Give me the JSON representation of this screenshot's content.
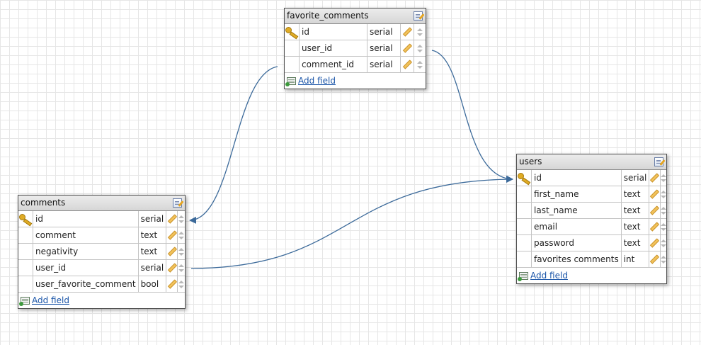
{
  "add_field_label": "Add field",
  "colors": {
    "link": "#3c6a9a",
    "key": "#e0ac25",
    "header": "#dcdcdc"
  },
  "tables": [
    {
      "name": "favorite_comments",
      "columns": [
        {
          "name": "id",
          "type": "serial",
          "primary": true
        },
        {
          "name": "user_id",
          "type": "serial",
          "primary": false
        },
        {
          "name": "comment_id",
          "type": "serial",
          "primary": false
        }
      ]
    },
    {
      "name": "comments",
      "columns": [
        {
          "name": "id",
          "type": "serial",
          "primary": true
        },
        {
          "name": "comment",
          "type": "text",
          "primary": false
        },
        {
          "name": "negativity",
          "type": "text",
          "primary": false
        },
        {
          "name": "user_id",
          "type": "serial",
          "primary": false
        },
        {
          "name": "user_favorite_comment",
          "type": "bool",
          "primary": false
        }
      ]
    },
    {
      "name": "users",
      "columns": [
        {
          "name": "id",
          "type": "serial",
          "primary": true
        },
        {
          "name": "first_name",
          "type": "text",
          "primary": false
        },
        {
          "name": "last_name",
          "type": "text",
          "primary": false
        },
        {
          "name": "email",
          "type": "text",
          "primary": false
        },
        {
          "name": "password",
          "type": "text",
          "primary": false
        },
        {
          "name": "favorites comments",
          "type": "int",
          "primary": false
        }
      ]
    }
  ],
  "relations": [
    {
      "from_table": "favorite_comments",
      "from_column": "comment_id",
      "to_table": "comments",
      "to_column": "id"
    },
    {
      "from_table": "favorite_comments",
      "from_column": "user_id",
      "to_table": "users",
      "to_column": "id"
    },
    {
      "from_table": "comments",
      "from_column": "user_id",
      "to_table": "users",
      "to_column": "id"
    }
  ]
}
